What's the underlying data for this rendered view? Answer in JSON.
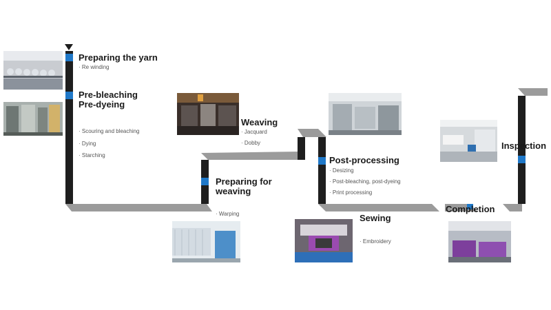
{
  "colors": {
    "bar": "#1e1e1e",
    "floor": "#9b9b9b",
    "accent": "#1f78c8",
    "title": "#1a1a1a",
    "sub": "#555555"
  },
  "steps": [
    {
      "id": "preparing-yarn",
      "title": [
        "Preparing the yarn"
      ],
      "subs": [
        "· Re winding"
      ]
    },
    {
      "id": "pre-bleaching",
      "title": [
        "Pre-bleaching",
        "Pre-dyeing"
      ],
      "subs": [
        "· Scouring and bleaching",
        "· Dying",
        "· Starching"
      ]
    },
    {
      "id": "preparing-weaving",
      "title": [
        "Preparing for",
        "weaving"
      ],
      "subs": [
        "· Warping"
      ]
    },
    {
      "id": "weaving",
      "title": [
        "Weaving"
      ],
      "subs": [
        "· Jacquard",
        "· Dobby"
      ]
    },
    {
      "id": "post-processing",
      "title": [
        "Post-processing"
      ],
      "subs": [
        "· Desizing",
        "· Post-bleaching, post-dyeing",
        "· Print processing"
      ]
    },
    {
      "id": "sewing",
      "title": [
        "Sewing"
      ],
      "subs": [
        "· Embroidery"
      ]
    },
    {
      "id": "completion",
      "title": [
        "Completion"
      ],
      "subs": []
    },
    {
      "id": "inspection",
      "title": [
        "Inspection"
      ],
      "subs": []
    }
  ]
}
